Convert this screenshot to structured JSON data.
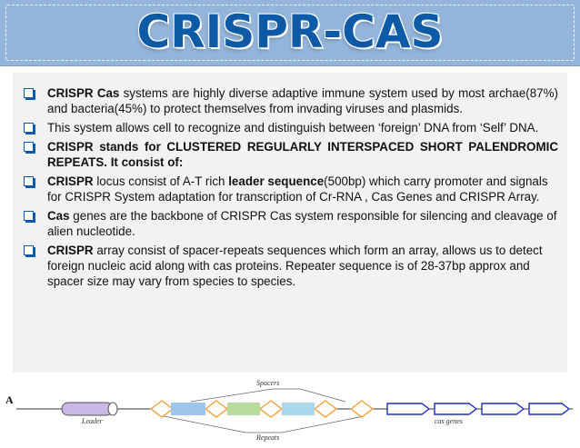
{
  "header": {
    "title": "CRISPR-CAS"
  },
  "bullets": [
    {
      "b0": "CRISPR Cas",
      "t0": " systems are highly diverse adaptive immune system used by most archae(87%) and bacteria(45%) to protect themselves from invading viruses and plasmids."
    },
    {
      "t0": "This system allows cell to recognize and distinguish between ‘foreign’ DNA from ‘Self’ DNA."
    },
    {
      "b0": " CRISPR stands for CLUSTERED REGULARLY INTERSPACED SHORT PALENDROMIC REPEATS. It consist of:"
    },
    {
      "b0": "CRISPR",
      "t0": " locus consist of A-T rich ",
      "b1": "leader sequence",
      "t1": "(500bp) which carry promoter and signals for CRISPR System adaptation for transcription of Cr-RNA , Cas Genes and CRISPR Array."
    },
    {
      "b0": "Cas",
      "t0": " genes are the backbone of CRISPR Cas system responsible for silencing and cleavage of alien nucleotide."
    },
    {
      "b0": "CRISPR",
      "t0": " array consist of spacer-repeats sequences which form an array, allows us to detect foreign nucleic acid along with cas proteins. Repeater sequence is of 28-37bp approx and spacer size may vary from species to species."
    }
  ],
  "diagram": {
    "panel_letter": "A",
    "label_spacers": "Spacers",
    "label_leader": "Leader",
    "label_repeats": "Repeats",
    "label_cas_genes": "cas genes",
    "colors": {
      "leader": "#c9b8e8",
      "repeat": "#f59a2e",
      "spacer_1": "#9ec6ec",
      "spacer_2": "#b8dba0",
      "spacer_3": "#a9d7ec",
      "cas_arrow": "#1d2fc4"
    }
  }
}
